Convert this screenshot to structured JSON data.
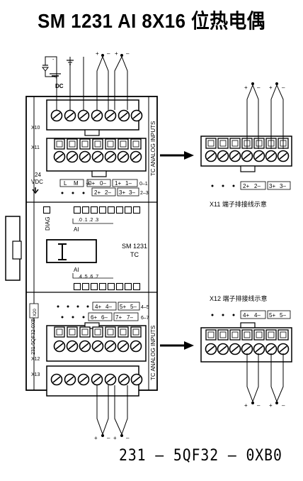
{
  "title": "SM 1231 AI 8X16 位热电偶",
  "order_number": "231 – 5QF32 – 0XB0",
  "module": {
    "name_line1": "SM 1231",
    "name_line2": "TC",
    "diag_label": "DIAG",
    "ai_label_top": "AI",
    "ai_channels_top": ".0  .1  .2  .3",
    "ai_label_bottom": "AI",
    "ai_channels_bottom": ".4  .5  .6  .7",
    "side_label": "231-5QF32-0XB0",
    "side_code": "X20",
    "x10": "X10",
    "x11": "X11",
    "x12": "X12",
    "x13": "X13",
    "vdc_24": "24",
    "vdc_label": "VDC",
    "dc_label": "DC",
    "plus": "+",
    "minus": "-",
    "analog_inputs_top": "TC ANALOG INPUTS",
    "analog_inputs_bottom": "TC ANALOG INPUTS",
    "top_terms_row1": [
      "L",
      "M",
      "⏚",
      "0+",
      "0–",
      "1+",
      "1–"
    ],
    "top_terms_row2": [
      "2+",
      "2–",
      "3+",
      "3–"
    ],
    "top_terms_side": [
      "0–1",
      "2–3"
    ],
    "bot_terms_row1": [
      "4+",
      "4–",
      "5+",
      "5–"
    ],
    "bot_terms_row2": [
      "6+",
      "6–",
      "7+",
      "7–"
    ],
    "bot_terms_side": [
      "4–5",
      "6–7"
    ]
  },
  "x11_detail": {
    "caption": "X11 端子排接线示意",
    "labels": [
      "2+",
      "2–",
      "3+",
      "3–"
    ]
  },
  "x12_detail": {
    "caption": "X12 端子排接线示意",
    "labels": [
      "4+",
      "4–",
      "5+",
      "5–"
    ]
  }
}
